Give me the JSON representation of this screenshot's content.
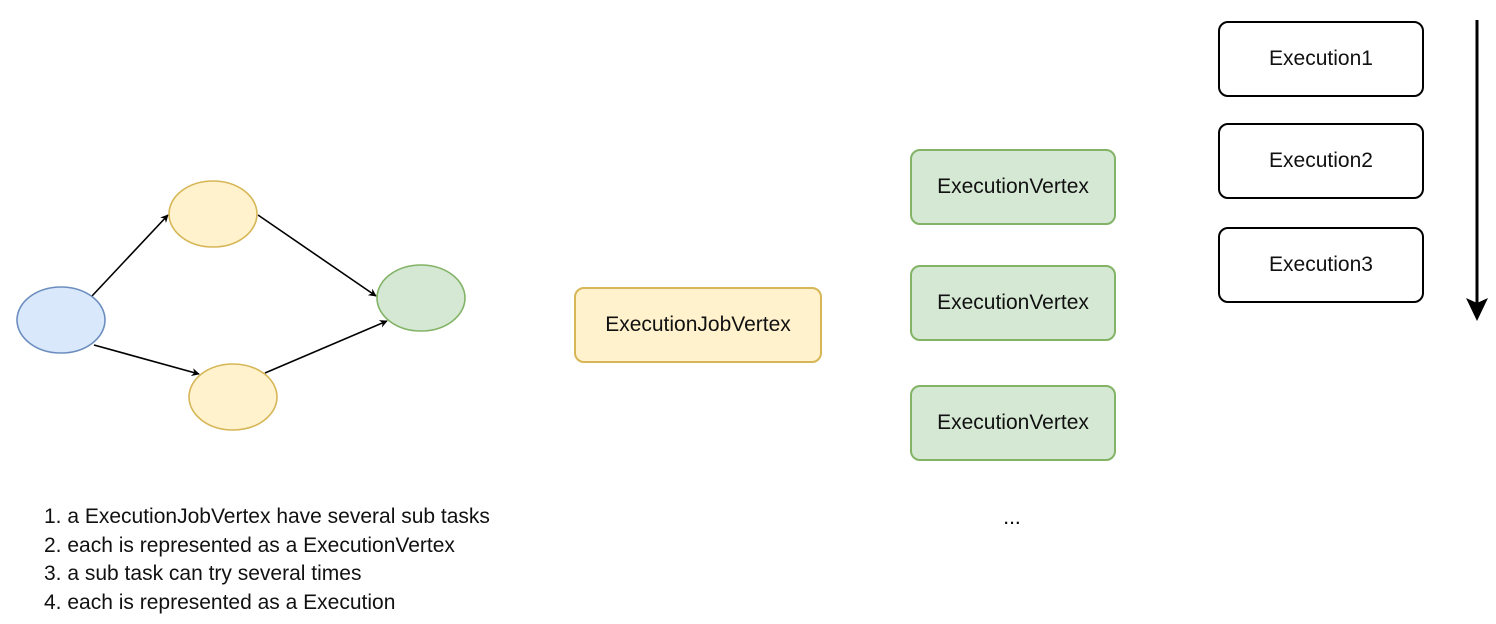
{
  "job_vertex": {
    "label": "ExecutionJobVertex"
  },
  "execution_vertices": [
    "ExecutionVertex",
    "ExecutionVertex",
    "ExecutionVertex"
  ],
  "vertices_more": "...",
  "executions": [
    "Execution1",
    "Execution2",
    "Execution3"
  ],
  "notes": [
    "1. a ExecutionJobVertex have several sub tasks",
    "2. each is represented as a ExecutionVertex",
    "3. a sub task can try several times",
    "4. each is represented as a Execution"
  ],
  "colors": {
    "source_fill": "#dae8fc",
    "source_stroke": "#6c8ebf",
    "mid_fill": "#fff2cc",
    "mid_stroke": "#d6b656",
    "sink_fill": "#d5e8d4",
    "sink_stroke": "#82b366"
  }
}
